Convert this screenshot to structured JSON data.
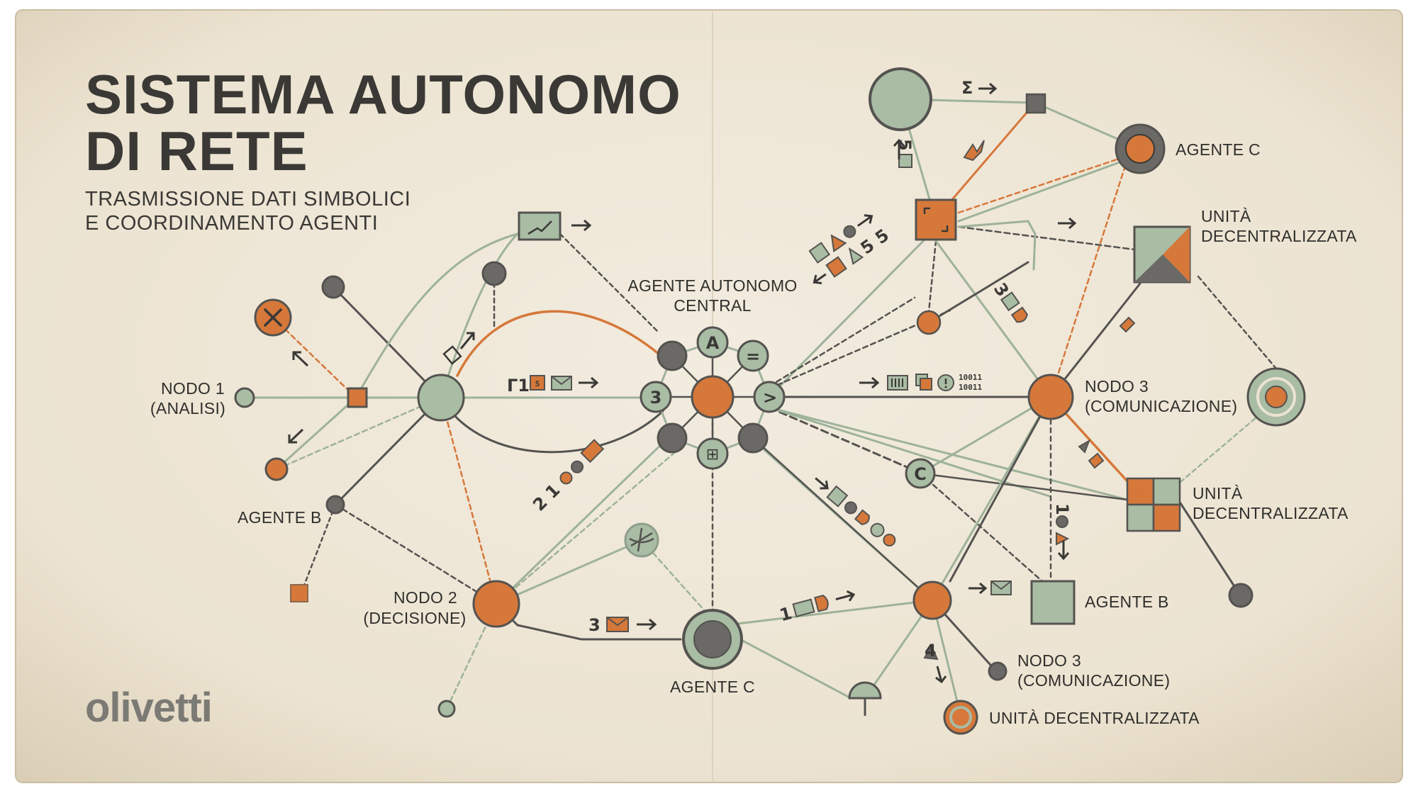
{
  "header": {
    "title_line1": "SISTEMA AUTONOMO",
    "title_line2": "DI RETE",
    "subtitle_line1": "TRASMISSIONE DATI SIMBOLICI",
    "subtitle_line2": "E COORDINAMENTO AGENTI"
  },
  "brand": {
    "logo_text": "olivetti"
  },
  "colors": {
    "paper": "#efe7d8",
    "sage": "#9eb29a",
    "orange": "#d6783a",
    "dark": "#545350",
    "ink": "#3a3936"
  },
  "labels": {
    "nodo1_line1": "NODO 1",
    "nodo1_line2": "(ANALISI)",
    "agente_b_left": "AGENTE B",
    "nodo2_line1": "NODO 2",
    "nodo2_line2": "(DECISIONE)",
    "central_line1": "AGENTE AUTONOMO",
    "central_line2": "CENTRAL",
    "agente_c_bottom": "AGENTE C",
    "agente_c_top": "AGENTE C",
    "unita_top_line1": "UNITÀ",
    "unita_top_line2": "DECENTRALIZZATA",
    "nodo3_right_line1": "NODO 3",
    "nodo3_right_line2": "(COMUNICAZIONE)",
    "unita_mid_line1": "UNITÀ",
    "unita_mid_line2": "DECENTRALIZZATA",
    "agente_b_right": "AGENTE B",
    "nodo3_bottom_line1": "NODO 3",
    "nodo3_bottom_line2": "(COMUNICAZIONE)",
    "unita_bottom": "UNITÀ DECENTRALIZZATA"
  },
  "hub_glyphs": {
    "top": "A",
    "top_right": "=",
    "right": ">",
    "left": "3",
    "bottom": "⊞"
  },
  "node_glyphs": {
    "c_node": "C"
  },
  "messages": {
    "center_left": "Γ1",
    "center_left_badge": "S",
    "bottom_left": "3",
    "bottom_mid": "1",
    "sigma": "Σ",
    "right_mid_code_line1": "10011",
    "right_mid_code_line2": "10011",
    "upper_right_diag": "5 5",
    "diag_lower_left": "2 1",
    "vertical_right": "1",
    "vertical_top": "5",
    "slope_right": "3",
    "num_four": "4"
  }
}
